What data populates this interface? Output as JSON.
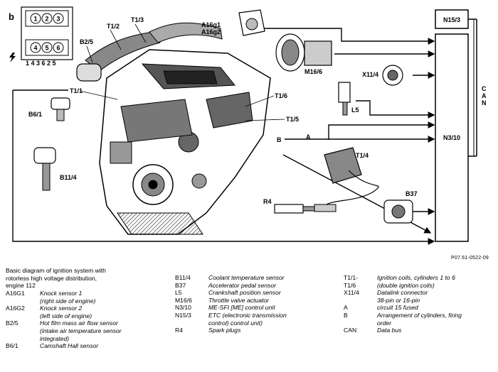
{
  "diagram": {
    "corner_letter": "b",
    "cyl_left": [
      "1",
      "2",
      "3"
    ],
    "cyl_right": [
      "4",
      "5",
      "6"
    ],
    "firing_order": "1 4 3 6 2 5",
    "lightning_icon": "lightning-icon",
    "labels": {
      "n15_3": "N15/3",
      "a16g1": "A16g1",
      "a16g2": "A16g2",
      "t1_2": "T1/2",
      "t1_3": "T1/3",
      "b2_5": "B2/5",
      "m16_6": "M16/6",
      "x11_4": "X11/4",
      "t1_1": "T1/1",
      "t1_6": "T1/6",
      "b6_1": "B6/1",
      "t1_5": "T1/5",
      "l5": "L5",
      "b": "B",
      "n3_10": "N3/10",
      "t1_4": "T1/4",
      "b11_4": "B11/4",
      "a": "A",
      "b37": "B37",
      "r4": "R4",
      "can": [
        "C",
        "A",
        "N"
      ]
    }
  },
  "reference": "P07.61-0522-09",
  "title": [
    "Basic diagram of ignition system with",
    "rotorless high voltage distribution,",
    "engine 112"
  ],
  "legend": {
    "col1": [
      {
        "code": "A16G1",
        "desc": "Knock sensor 1"
      },
      {
        "code": "",
        "desc": "(right side of engine)"
      },
      {
        "code": "A16G2",
        "desc": "Knock sensor 2"
      },
      {
        "code": "",
        "desc": "(left side of engine)"
      },
      {
        "code": "B2/5",
        "desc": "Hot film mass air flow sensor"
      },
      {
        "code": "",
        "desc": "(intake air temperature sensor"
      },
      {
        "code": "",
        "desc": "integrated)"
      },
      {
        "code": "B6/1",
        "desc": "Camshaft Hall sensor"
      }
    ],
    "col2": [
      {
        "code": "B11/4",
        "desc": "Coolant temperature sensor"
      },
      {
        "code": "B37",
        "desc": "Accelerator pedal sensor"
      },
      {
        "code": "L5",
        "desc": "Crankshaft position sensor"
      },
      {
        "code": "M16/6",
        "desc": "Throttle valve actuator"
      },
      {
        "code": "N3/10",
        "desc": "ME-SFI [ME] control unit"
      },
      {
        "code": "N15/3",
        "desc": "ETC (electronic transmission"
      },
      {
        "code": "",
        "desc": "control) control unit)"
      },
      {
        "code": "R4",
        "desc": "Spark plugs"
      }
    ],
    "col3": [
      {
        "code": "T1/1-",
        "desc": "Ignition coils, cylinders 1 to 6"
      },
      {
        "code": "T1/6",
        "desc": "(double ignition coils)"
      },
      {
        "code": "X11/4",
        "desc": "Datalink connector"
      },
      {
        "code": "",
        "desc": "38-pin or 16-pin"
      },
      {
        "code": "A",
        "desc": "circuit 15 fused"
      },
      {
        "code": "B",
        "desc": "Arrangement of cylinders, firing"
      },
      {
        "code": "",
        "desc": "order"
      },
      {
        "code": "CAN",
        "desc": "Data bus"
      }
    ]
  }
}
